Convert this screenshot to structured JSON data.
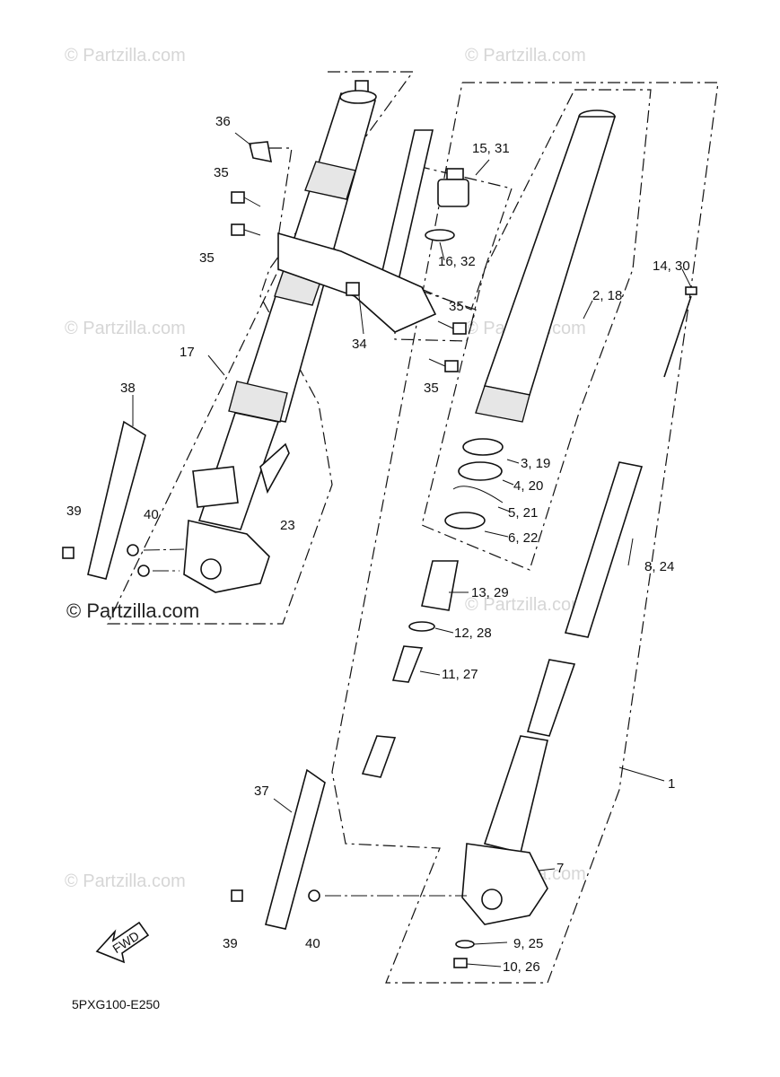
{
  "diagram_code": "5PXG100-E250",
  "direction_arrow": "FWD",
  "watermarks": {
    "small": "© Partzilla.com",
    "large": "© Partzilla.com"
  },
  "callouts": [
    {
      "id": "c36",
      "text": "36"
    },
    {
      "id": "c35a",
      "text": "35"
    },
    {
      "id": "c35b",
      "text": "35"
    },
    {
      "id": "c15",
      "text": "15, 31"
    },
    {
      "id": "c16",
      "text": "16, 32"
    },
    {
      "id": "c14",
      "text": "14, 30"
    },
    {
      "id": "c2",
      "text": "2, 18"
    },
    {
      "id": "c35c",
      "text": "35"
    },
    {
      "id": "c34",
      "text": "34"
    },
    {
      "id": "c35d",
      "text": "35"
    },
    {
      "id": "c17",
      "text": "17"
    },
    {
      "id": "c38",
      "text": "38"
    },
    {
      "id": "c3",
      "text": "3, 19"
    },
    {
      "id": "c4",
      "text": "4, 20"
    },
    {
      "id": "c5",
      "text": "5, 21"
    },
    {
      "id": "c6",
      "text": "6, 22"
    },
    {
      "id": "c39a",
      "text": "39"
    },
    {
      "id": "c40a",
      "text": "40"
    },
    {
      "id": "c23",
      "text": "23"
    },
    {
      "id": "c8",
      "text": "8, 24"
    },
    {
      "id": "c13",
      "text": "13, 29"
    },
    {
      "id": "c12",
      "text": "12, 28"
    },
    {
      "id": "c11",
      "text": "11, 27"
    },
    {
      "id": "c1",
      "text": "1"
    },
    {
      "id": "c37",
      "text": "37"
    },
    {
      "id": "c7",
      "text": "7"
    },
    {
      "id": "c39b",
      "text": "39"
    },
    {
      "id": "c40b",
      "text": "40"
    },
    {
      "id": "c9",
      "text": "9, 25"
    },
    {
      "id": "c10",
      "text": "10, 26"
    }
  ]
}
